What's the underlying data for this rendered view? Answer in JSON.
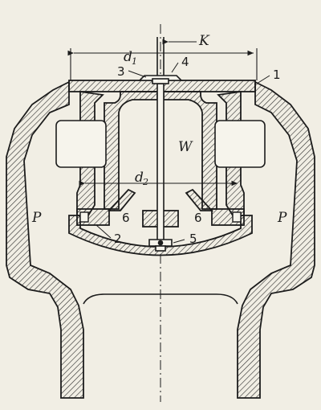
{
  "labels": {
    "d1_main": "d",
    "d1_sub": "1",
    "d2_main": "d",
    "d2_sub": "2",
    "K": "K",
    "W": "W",
    "P_left": "P",
    "P_right": "P",
    "n1": "1",
    "n2": "2",
    "n3": "3",
    "n4": "4",
    "n5": "5",
    "n6_left": "6",
    "n6_right": "6"
  },
  "colors": {
    "ink": "#1c1c1c",
    "paper": "#f1eee4",
    "hatch": "#2a2a2a"
  }
}
